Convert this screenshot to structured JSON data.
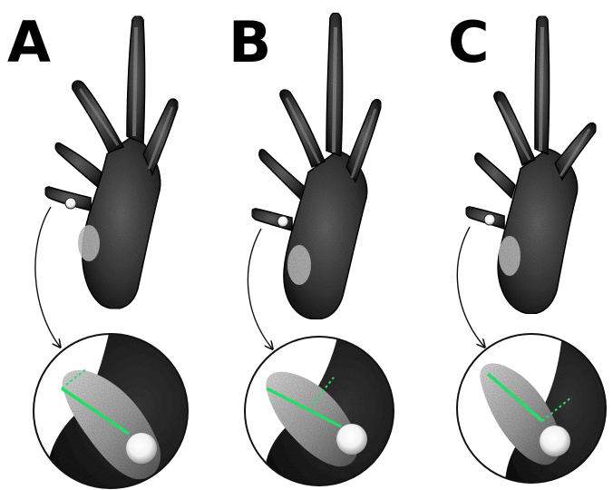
{
  "figure": {
    "panels": [
      {
        "letter": "A"
      },
      {
        "letter": "B"
      },
      {
        "letter": "C"
      }
    ]
  },
  "colors": {
    "skin_dark": "#2e2e2e",
    "skin_mid": "#5a5a5a",
    "digit_light": "#d8d8d8",
    "tubercle": "#f4f4f4",
    "measure_line": "#22dd66",
    "callout_circle": "#111111",
    "background": "#ffffff"
  }
}
